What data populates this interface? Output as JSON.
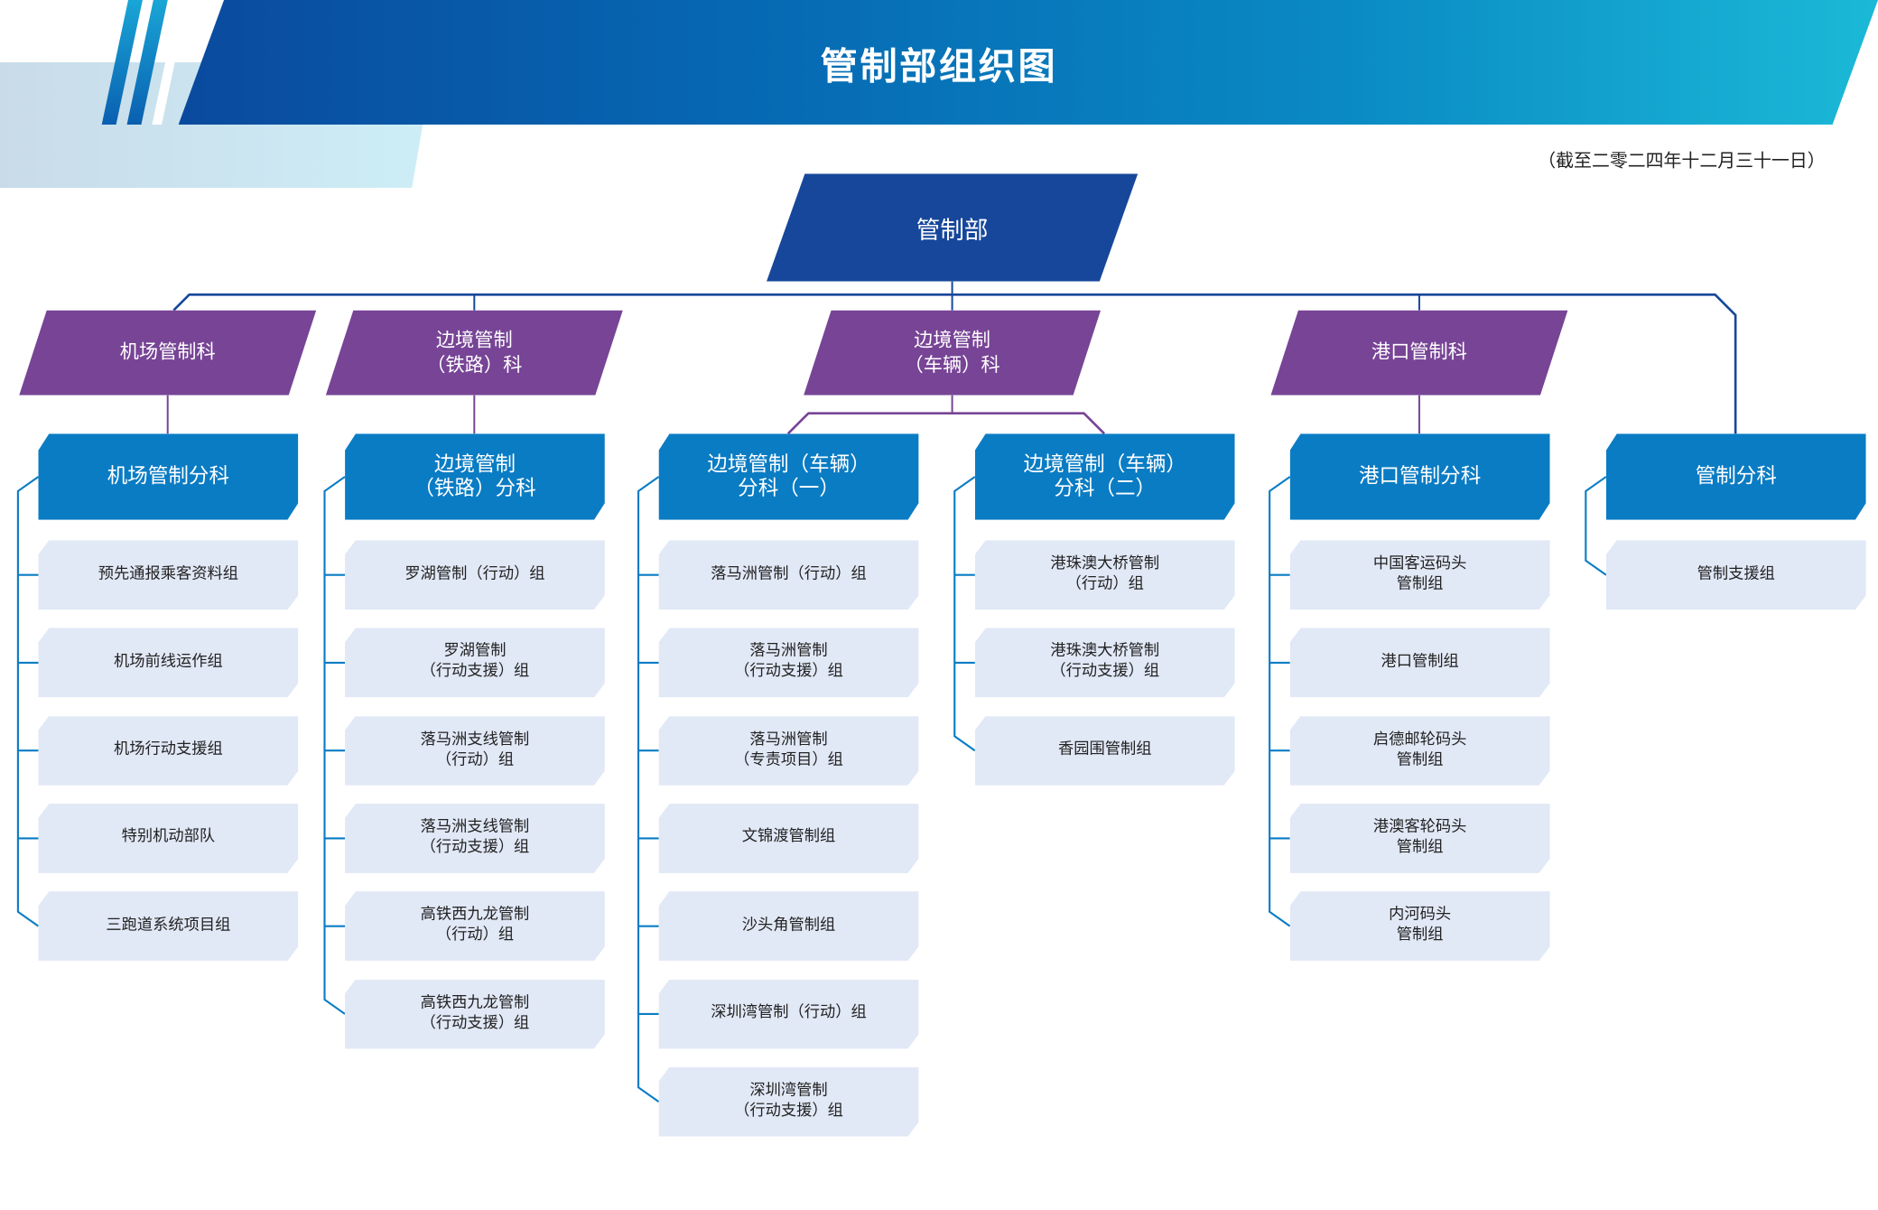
{
  "title": "管制部组织图",
  "date_note": "（截至二零二四年十二月三十一日）",
  "root": "管制部",
  "colors": {
    "root": "#17479b",
    "section": "#774496",
    "subsection": "#0a7cc4",
    "group": "#e1e8f6"
  },
  "sections": [
    {
      "label": "机场管制科"
    },
    {
      "label": "边境管制\n（铁路）科"
    },
    {
      "label": "边境管制\n（车辆）科"
    },
    {
      "label": "港口管制科"
    }
  ],
  "subsections": [
    {
      "label": "机场管制分科",
      "groups": [
        "预先通报乘客资料组",
        "机场前线运作组",
        "机场行动支援组",
        "特别机动部队",
        "三跑道系统项目组"
      ]
    },
    {
      "label": "边境管制\n（铁路）分科",
      "groups": [
        "罗湖管制（行动）组",
        "罗湖管制\n（行动支援）组",
        "落马洲支线管制\n（行动）组",
        "落马洲支线管制\n（行动支援）组",
        "高铁西九龙管制\n（行动）组",
        "高铁西九龙管制\n（行动支援）组"
      ]
    },
    {
      "label": "边境管制（车辆）\n分科（一）",
      "groups": [
        "落马洲管制（行动）组",
        "落马洲管制\n（行动支援）组",
        "落马洲管制\n（专责项目）组",
        "文锦渡管制组",
        "沙头角管制组",
        "深圳湾管制（行动）组",
        "深圳湾管制\n（行动支援）组"
      ]
    },
    {
      "label": "边境管制（车辆）\n分科（二）",
      "groups": [
        "港珠澳大桥管制\n（行动）组",
        "港珠澳大桥管制\n（行动支援）组",
        "香园围管制组"
      ]
    },
    {
      "label": "港口管制分科",
      "groups": [
        "中国客运码头\n管制组",
        "港口管制组",
        "启德邮轮码头\n管制组",
        "港澳客轮码头\n管制组",
        "内河码头\n管制组"
      ]
    },
    {
      "label": "管制分科",
      "groups": [
        "管制支援组"
      ]
    }
  ]
}
